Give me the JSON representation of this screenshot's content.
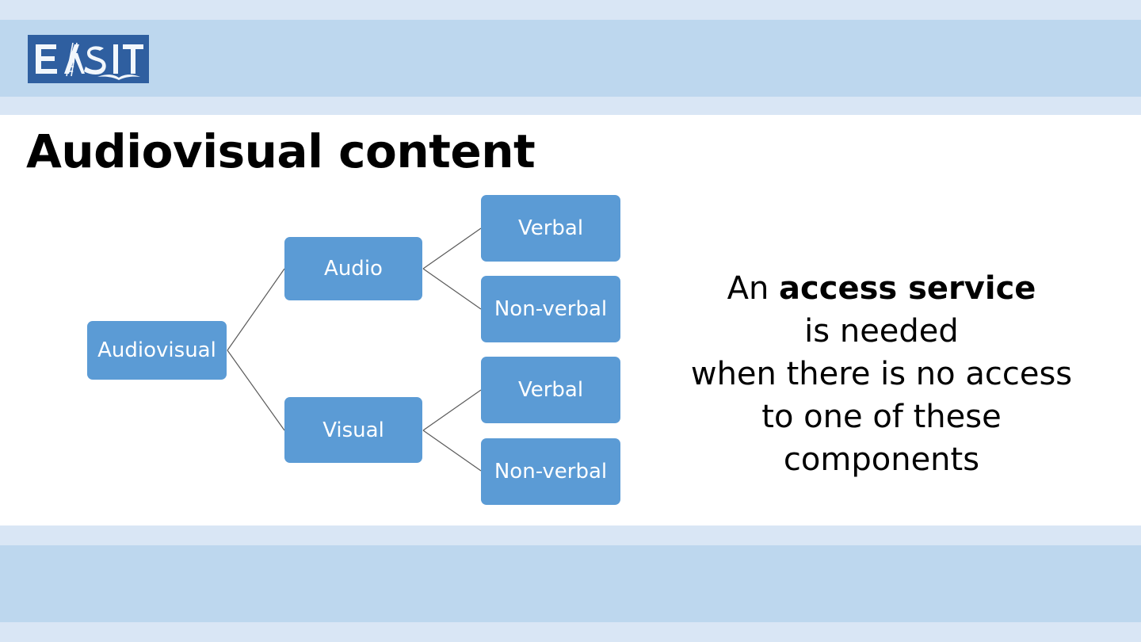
{
  "slide": {
    "title": "Audiovisual content",
    "brand": {
      "logo_text": "EASIT",
      "logo_bg": "#2f5fa0",
      "logo_fg": "#ffffff"
    },
    "colors": {
      "node_fill": "#5b9bd5",
      "node_text": "#ffffff",
      "band_light": "#d9e6f5",
      "band_mid": "#bdd7ee",
      "connector": "#5a5a5a",
      "body_text": "#000000"
    }
  },
  "diagram": {
    "type": "tree",
    "root": {
      "label": "Audiovisual"
    },
    "branches": [
      {
        "label": "Audio",
        "children": [
          {
            "label": "Verbal"
          },
          {
            "label": "Non-verbal"
          }
        ]
      },
      {
        "label": "Visual",
        "children": [
          {
            "label": "Verbal"
          },
          {
            "label": "Non-verbal"
          }
        ]
      }
    ]
  },
  "caption": {
    "line1_prefix": "An ",
    "line1_emphasis": "access service",
    "line2": "is needed",
    "line3": "when there is no access",
    "line4": "to one of these",
    "line5": "components"
  }
}
